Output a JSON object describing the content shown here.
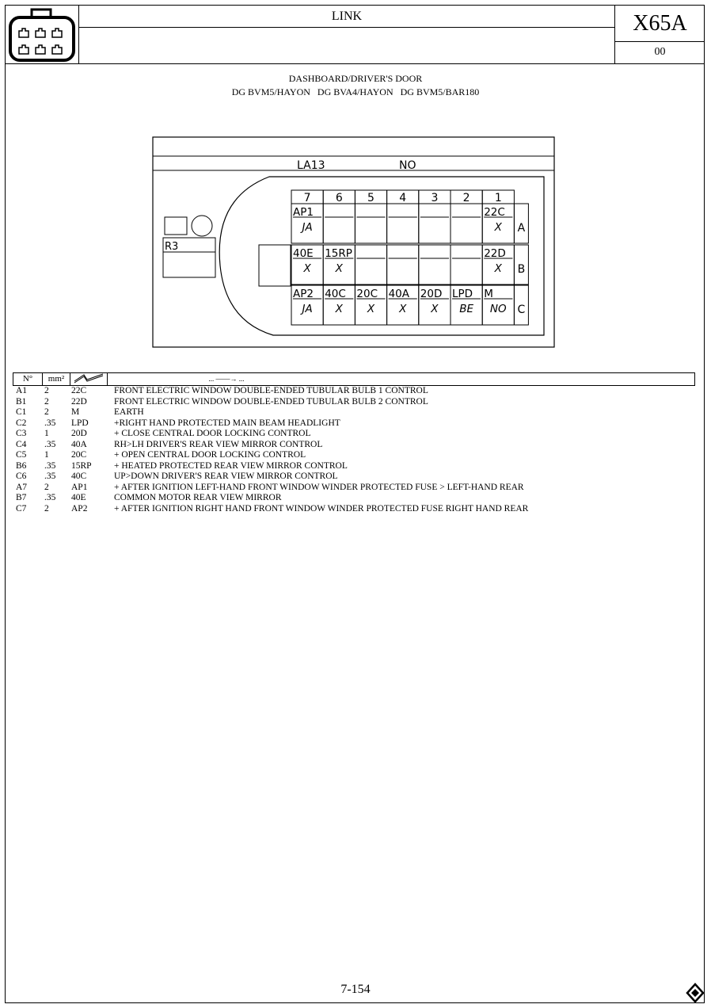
{
  "header": {
    "title": "LINK",
    "code": "X65A",
    "revision": "00"
  },
  "connector": {
    "description": "DASHBOARD/DRIVER'S DOOR",
    "variants": "DG BVM5/HAYON   DG BVA4/HAYON   DG BVM5/BAR180",
    "ref_left": "LA13",
    "ref_right": "NO",
    "side_label": "R3",
    "columns": [
      "7",
      "6",
      "5",
      "4",
      "3",
      "2",
      "1"
    ],
    "rows": [
      {
        "letter": "A",
        "cells": [
          {
            "wire": "AP1",
            "color": "JA"
          },
          {
            "wire": "",
            "color": ""
          },
          {
            "wire": "",
            "color": ""
          },
          {
            "wire": "",
            "color": ""
          },
          {
            "wire": "",
            "color": ""
          },
          {
            "wire": "",
            "color": ""
          },
          {
            "wire": "22C",
            "color": "X"
          }
        ]
      },
      {
        "letter": "B",
        "cells": [
          {
            "wire": "40E",
            "color": "X"
          },
          {
            "wire": "15RP",
            "color": "X"
          },
          {
            "wire": "",
            "color": ""
          },
          {
            "wire": "",
            "color": ""
          },
          {
            "wire": "",
            "color": ""
          },
          {
            "wire": "",
            "color": ""
          },
          {
            "wire": "22D",
            "color": "X"
          }
        ]
      },
      {
        "letter": "C",
        "cells": [
          {
            "wire": "AP2",
            "color": "JA"
          },
          {
            "wire": "40C",
            "color": "X"
          },
          {
            "wire": "20C",
            "color": "X"
          },
          {
            "wire": "40A",
            "color": "X"
          },
          {
            "wire": "20D",
            "color": "X"
          },
          {
            "wire": "LPD",
            "color": "BE"
          },
          {
            "wire": "M",
            "color": "NO"
          }
        ]
      }
    ]
  },
  "wiring_table": {
    "col_no": "N°",
    "col_mm": "mm²",
    "col_desc": "... ——→ ...",
    "rows": [
      {
        "no": "A1",
        "mm": "2",
        "wire": "22C",
        "desc": "FRONT ELECTRIC WINDOW DOUBLE-ENDED TUBULAR BULB 1 CONTROL"
      },
      {
        "no": "B1",
        "mm": "2",
        "wire": "22D",
        "desc": "FRONT ELECTRIC WINDOW DOUBLE-ENDED TUBULAR BULB 2 CONTROL"
      },
      {
        "no": "C1",
        "mm": "2",
        "wire": "M",
        "desc": "EARTH"
      },
      {
        "no": "C2",
        "mm": ".35",
        "wire": "LPD",
        "desc": "+RIGHT HAND PROTECTED MAIN BEAM HEADLIGHT"
      },
      {
        "no": "C3",
        "mm": "1",
        "wire": "20D",
        "desc": "+ CLOSE CENTRAL DOOR LOCKING CONTROL"
      },
      {
        "no": "C4",
        "mm": ".35",
        "wire": "40A",
        "desc": "RH>LH DRIVER'S REAR VIEW MIRROR CONTROL"
      },
      {
        "no": "C5",
        "mm": "1",
        "wire": "20C",
        "desc": "+ OPEN CENTRAL DOOR LOCKING CONTROL"
      },
      {
        "no": "B6",
        "mm": ".35",
        "wire": "15RP",
        "desc": "+ HEATED PROTECTED REAR VIEW MIRROR CONTROL"
      },
      {
        "no": "C6",
        "mm": ".35",
        "wire": "40C",
        "desc": "UP>DOWN DRIVER'S REAR VIEW MIRROR CONTROL"
      },
      {
        "no": "A7",
        "mm": "2",
        "wire": "AP1",
        "desc": "+ AFTER IGNITION LEFT-HAND FRONT WINDOW WINDER PROTECTED FUSE > LEFT-HAND REAR"
      },
      {
        "no": "B7",
        "mm": ".35",
        "wire": "40E",
        "desc": "COMMON MOTOR REAR VIEW MIRROR"
      },
      {
        "no": "C7",
        "mm": "2",
        "wire": "AP2",
        "desc": "+ AFTER IGNITION RIGHT HAND FRONT WINDOW WINDER PROTECTED FUSE RIGHT HAND REAR"
      }
    ]
  },
  "footer": {
    "page": "7-154"
  },
  "icons": [
    "connector-icon",
    "wire-icon",
    "renault-logo-icon"
  ]
}
